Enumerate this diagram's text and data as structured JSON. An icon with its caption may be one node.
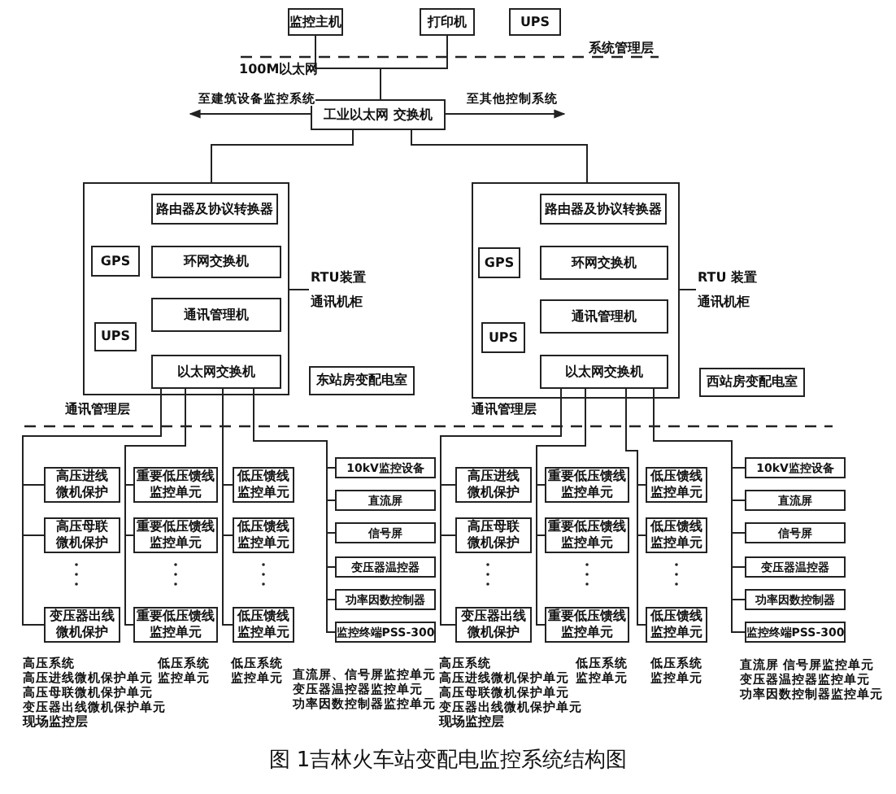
{
  "diagram": {
    "caption": "图 1吉林火车站变配电监控系统结构图",
    "nodes": [
      {
        "text": [
          "监控主机"
        ]
      },
      {
        "text": [
          "打印机"
        ]
      },
      {
        "text": [
          "UPS"
        ]
      },
      {
        "text": [
          "工业以太网 交换机"
        ]
      },
      {
        "text": [],
        "shape": "box"
      },
      {
        "text": [
          "路由器及协议转换器"
        ],
        "in": 4
      },
      {
        "text": [
          "GPS"
        ],
        "in": 4
      },
      {
        "text": [
          "环网交换机"
        ],
        "in": 4
      },
      {
        "text": [
          "UPS"
        ],
        "in": 4
      },
      {
        "text": [
          "通讯管理机"
        ],
        "in": 4
      },
      {
        "text": [
          "以太网交换机"
        ],
        "in": 4
      },
      {
        "text": [
          "RTU装置通讯机柜"
        ]
      },
      {
        "text": [
          "东站房变配电室"
        ]
      },
      {
        "text": [],
        "shape": "box"
      },
      {
        "text": [
          "路由器及协议转换器"
        ],
        "in": 13
      },
      {
        "text": [
          "GPS"
        ],
        "in": 13
      },
      {
        "text": [
          "环网交换机"
        ],
        "in": 13
      },
      {
        "text": [
          "UPS"
        ],
        "in": 13
      },
      {
        "text": [
          "通讯管理机"
        ],
        "in": 13
      },
      {
        "text": [
          "以太网交换机"
        ],
        "in": 13
      },
      {
        "text": [
          "RTU 装置通讯机柜"
        ]
      },
      {
        "text": [
          "西站房变配电室"
        ]
      },
      {
        "text": [
          "高压进线微机保护"
        ]
      },
      {
        "text": [
          "高压母联微机保护"
        ]
      },
      {
        "text": [
          "变压器出线微机保护"
        ]
      },
      {
        "text": [
          "重要低压馈线监控单元"
        ]
      },
      {
        "text": [
          "重要低压馈线监控单元"
        ]
      },
      {
        "text": [
          "重要低压馈线监控单元"
        ]
      },
      {
        "text": [
          "低压馈线监控单元"
        ]
      },
      {
        "text": [
          "低压馈线监控单元"
        ]
      },
      {
        "text": [
          "低压馈线监控单元"
        ]
      },
      {
        "text": [
          "10kV监控设备"
        ]
      },
      {
        "text": [
          "直流屏"
        ]
      },
      {
        "text": [
          "信号屏"
        ]
      },
      {
        "text": [
          "变压器温控器"
        ]
      },
      {
        "text": [
          "功率因数控制器"
        ]
      },
      {
        "text": [
          "监控终端PSS-300"
        ]
      },
      {
        "text": [
          "高压进线微机保护"
        ]
      },
      {
        "text": [
          "高压母联微机保护"
        ]
      },
      {
        "text": [
          "变压器出线微机保护"
        ]
      },
      {
        "text": [
          "重要低压馈线监控单元"
        ]
      },
      {
        "text": [
          "重要低压馈线监控单元"
        ]
      },
      {
        "text": [
          "重要低压馈线监控单元"
        ]
      },
      {
        "text": [
          "低压馈线监控单元"
        ]
      },
      {
        "text": [
          "低压馈线监控单元"
        ]
      },
      {
        "text": [
          "低压馈线监控单元"
        ]
      },
      {
        "text": [
          "10kV监控设备"
        ]
      },
      {
        "text": [
          "直流屏"
        ]
      },
      {
        "text": [
          "信号屏"
        ]
      },
      {
        "text": [
          "变压器温控器"
        ]
      },
      {
        "text": [
          "功率因数控制器"
        ]
      },
      {
        "text": [
          "监控终端PSS-300"
        ]
      }
    ],
    "edges": [
      {
        "from": 0,
        "to": 3,
        "arrow": "none"
      },
      {
        "from": 1,
        "to": 3,
        "arrow": "none"
      },
      {
        "from": 3,
        "to": null,
        "arrow": "to",
        "label": "至建筑设备监控系统"
      },
      {
        "from": 3,
        "to": null,
        "arrow": "to",
        "label": "至其他控制系统"
      },
      {
        "from": 3,
        "to": 4,
        "arrow": "none"
      },
      {
        "from": 3,
        "to": 13,
        "arrow": "none"
      },
      {
        "from": 11,
        "to": 4,
        "arrow": "none"
      },
      {
        "from": 20,
        "to": 13,
        "arrow": "none"
      },
      {
        "from": 10,
        "to": 22,
        "arrow": "none"
      },
      {
        "from": 10,
        "to": 23,
        "arrow": "none"
      },
      {
        "from": 10,
        "to": 24,
        "arrow": "none"
      },
      {
        "from": 10,
        "to": 25,
        "arrow": "none"
      },
      {
        "from": 10,
        "to": 26,
        "arrow": "none"
      },
      {
        "from": 10,
        "to": 27,
        "arrow": "none"
      },
      {
        "from": 10,
        "to": 28,
        "arrow": "none"
      },
      {
        "from": 10,
        "to": 29,
        "arrow": "none"
      },
      {
        "from": 10,
        "to": 30,
        "arrow": "none"
      },
      {
        "from": 10,
        "to": 31,
        "arrow": "none"
      },
      {
        "from": 10,
        "to": 32,
        "arrow": "none"
      },
      {
        "from": 10,
        "to": 33,
        "arrow": "none"
      },
      {
        "from": 10,
        "to": 34,
        "arrow": "none"
      },
      {
        "from": 10,
        "to": 35,
        "arrow": "none"
      },
      {
        "from": 10,
        "to": 36,
        "arrow": "none"
      },
      {
        "from": 19,
        "to": 37,
        "arrow": "none"
      },
      {
        "from": 19,
        "to": 38,
        "arrow": "none"
      },
      {
        "from": 19,
        "to": 39,
        "arrow": "none"
      },
      {
        "from": 19,
        "to": 40,
        "arrow": "none"
      },
      {
        "from": 19,
        "to": 41,
        "arrow": "none"
      },
      {
        "from": 19,
        "to": 42,
        "arrow": "none"
      },
      {
        "from": 19,
        "to": 43,
        "arrow": "none"
      },
      {
        "from": 19,
        "to": 44,
        "arrow": "none"
      },
      {
        "from": 19,
        "to": 45,
        "arrow": "none"
      },
      {
        "from": 19,
        "to": 46,
        "arrow": "none"
      },
      {
        "from": 19,
        "to": 47,
        "arrow": "none"
      },
      {
        "from": 19,
        "to": 48,
        "arrow": "none"
      },
      {
        "from": 19,
        "to": 49,
        "arrow": "none"
      },
      {
        "from": 19,
        "to": 50,
        "arrow": "none"
      },
      {
        "from": 19,
        "to": 51,
        "arrow": "none"
      }
    ],
    "labels": [
      "系统管理层",
      "100M以太网",
      "通讯管理层",
      "通讯管理层",
      "高压系统",
      "高压进线微机保护单元",
      "高压母联微机保护单元",
      "变压器出线微机保护单元",
      "现场监控层",
      "低压系统监控单元",
      "低压系统监控单元",
      "直流屏、信号屏监控单元",
      "变压器温控器监控单元",
      "功率因数控制器监控单元",
      "高压系统",
      "高压进线微机保护单元",
      "高压母联微机保护单元",
      "变压器出线微机保护单元",
      "现场监控层",
      "低压系统监控单元",
      "低压系统监控单元",
      "直流屏 信号屏监控单元",
      "变压器温控器监控单元",
      "功率因数控制器监控单元"
    ]
  }
}
